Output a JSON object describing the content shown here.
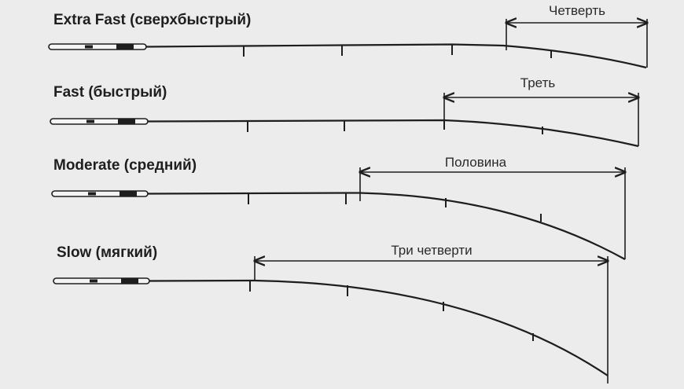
{
  "diagram": {
    "rods": [
      {
        "title": "Extra Fast (сверхбыстрый)",
        "span_label": "Четверть"
      },
      {
        "title": "Fast (быстрый)",
        "span_label": "Треть"
      },
      {
        "title": "Moderate (средний)",
        "span_label": "Половина"
      },
      {
        "title": "Slow (мягкий)",
        "span_label": "Три четверти"
      }
    ],
    "colors": {
      "background": "#ececec",
      "line": "#1e1e1e",
      "text": "#1e1e1e"
    }
  }
}
